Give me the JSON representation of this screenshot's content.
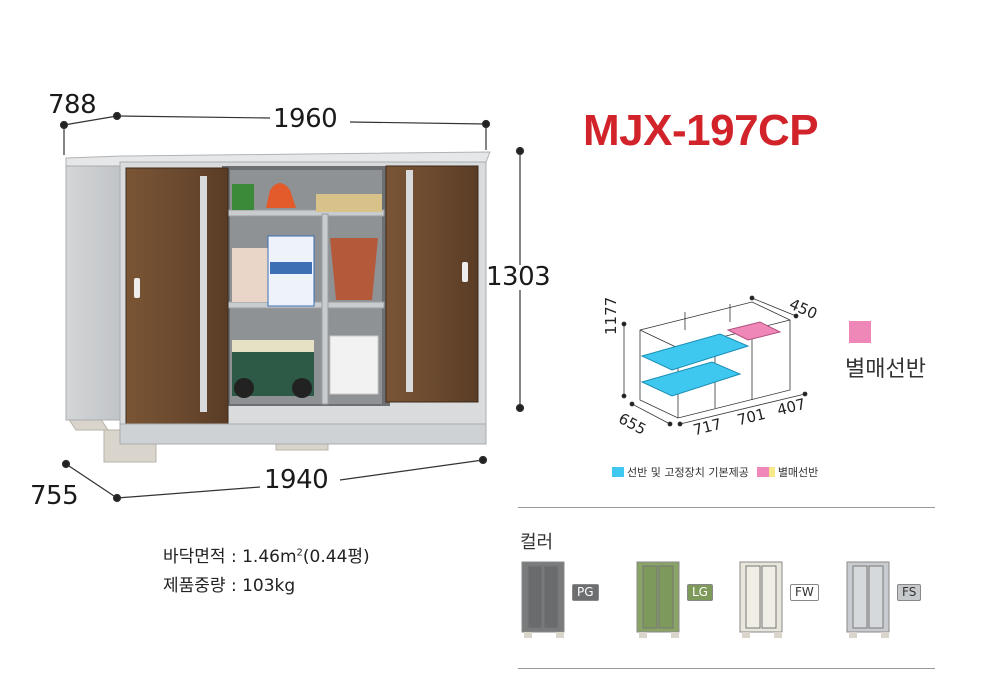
{
  "model": "MJX-197CP",
  "dimensions": {
    "top_depth": "788",
    "top_width": "1960",
    "height": "1303",
    "bottom_depth": "755",
    "bottom_width": "1940"
  },
  "shelf_diagram": {
    "height": "1177",
    "depth": "655",
    "width_1": "717",
    "width_2": "701",
    "width_3": "407",
    "top_depth": "450"
  },
  "separate_shelf_label": "별매선반",
  "legend": {
    "included": "선반 및 고정장치 기본제공",
    "separate": "별매선반"
  },
  "specs": [
    {
      "label": "바닥면적",
      "value": "1.46m",
      "sup": "2",
      "extra": "(0.44평)"
    },
    {
      "label": "제품중량",
      "value": "103kg",
      "sup": "",
      "extra": ""
    }
  ],
  "colors_title": "컬러",
  "colors": [
    {
      "code": "PG",
      "body": "#7a7b7d",
      "door": "#6a6b6d",
      "badge_bg": "#6d6e70",
      "badge_fg": "#ffffff"
    },
    {
      "code": "LG",
      "body": "#8aa366",
      "door": "#7d9a5c",
      "badge_bg": "#7e9a5a",
      "badge_fg": "#ffffff"
    },
    {
      "code": "FW",
      "body": "#e9e6dc",
      "door": "#f0ede4",
      "badge_bg": "#ffffff",
      "badge_fg": "#333333"
    },
    {
      "code": "FS",
      "body": "#c8ccd0",
      "door": "#d6d9dc",
      "badge_bg": "#c6c9cc",
      "badge_fg": "#333333"
    }
  ],
  "colors_hex": {
    "accent": "#d2232a",
    "door_brown": "#6b4a2f",
    "shelf_blue": "#3ec7ef",
    "shelf_pink": "#ef87b8"
  }
}
